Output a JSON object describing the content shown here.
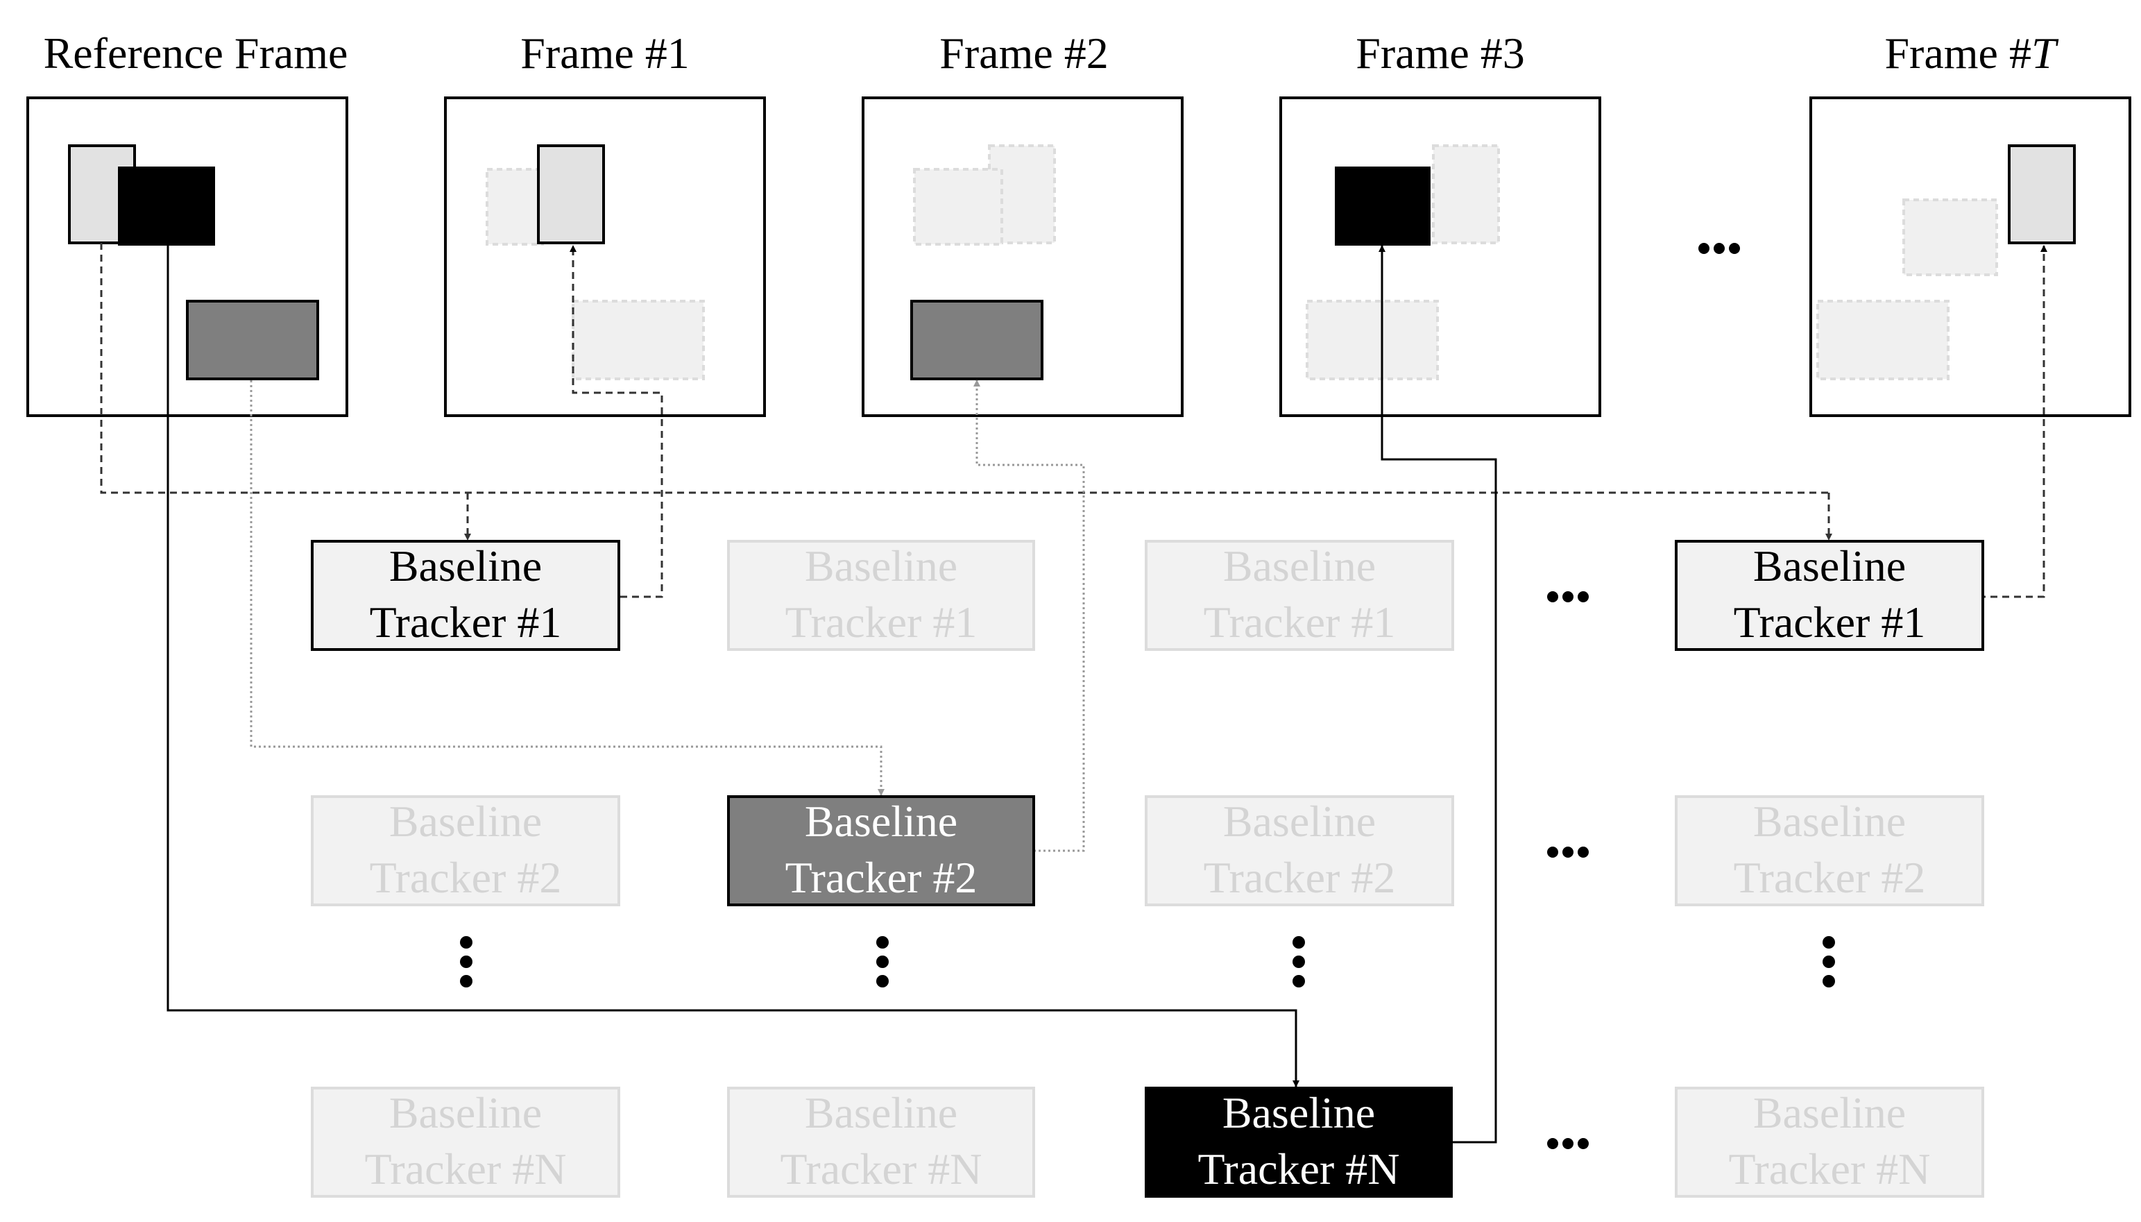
{
  "frames": {
    "reference": "Reference Frame",
    "f1": "Frame #1",
    "f2": "Frame #2",
    "f3": "Frame #3",
    "fT_prefix": "Frame #",
    "fT_var": "T"
  },
  "trackers": {
    "word": "Baseline",
    "t1": "Tracker #1",
    "t2": "Tracker #2",
    "tN": "Tracker #N"
  },
  "colors": {
    "target_light": "#e2e2e2",
    "target_dark": "#000000",
    "target_mid": "#7f7f7f",
    "ghost": "#efefef",
    "ghost_text": "#d4d4d4"
  }
}
